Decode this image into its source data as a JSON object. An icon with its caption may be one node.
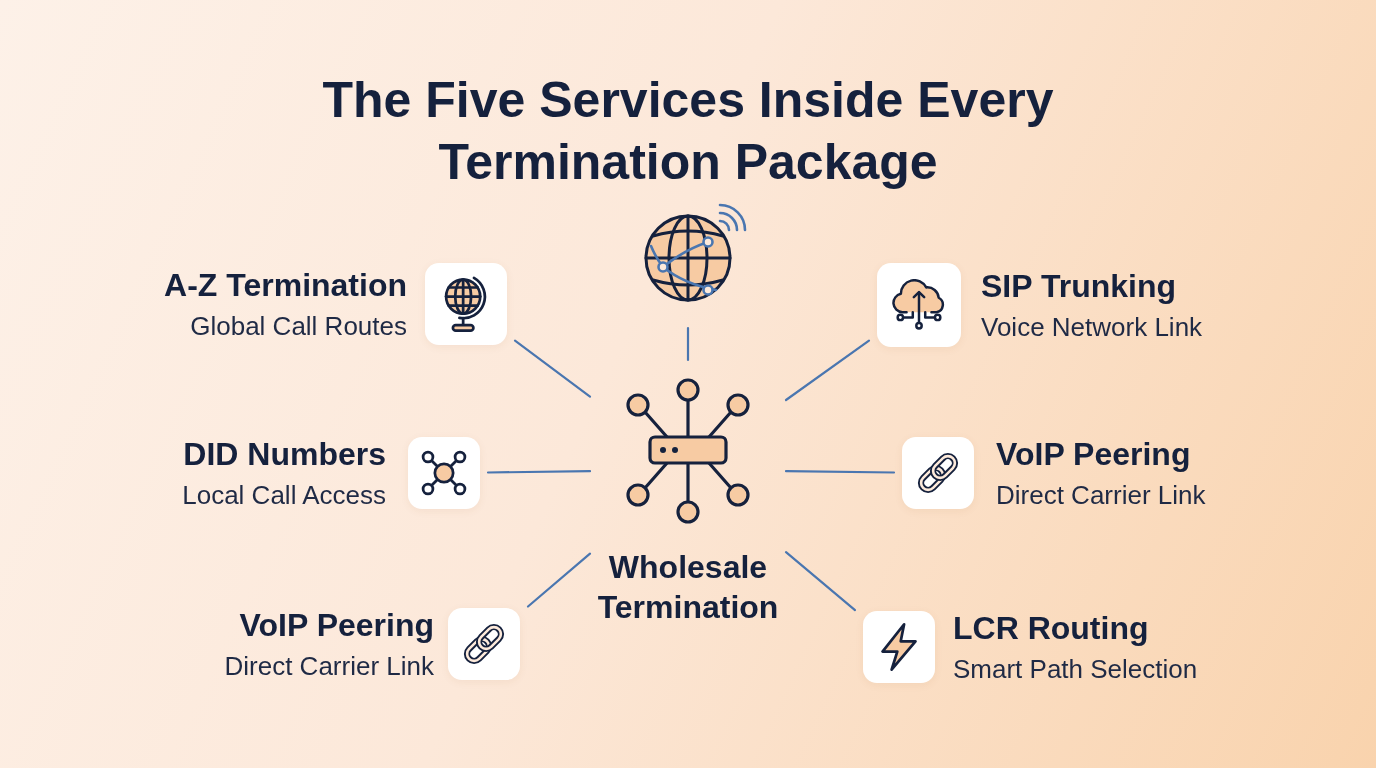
{
  "diagram": {
    "title": "The Five Services Inside Every Termination Package",
    "nodes": [
      {
        "text": [],
        "shape": "picture"
      },
      {
        "text": [
          "A-Z Termination",
          "Global Call Routes"
        ]
      },
      {
        "text": [
          "SIP Trunking",
          "Voice Network Link"
        ]
      },
      {
        "text": [
          "DID Numbers",
          "Local Call Access"
        ]
      },
      {
        "text": [
          "VoIP Peering",
          "Direct Carrier Link"
        ]
      },
      {
        "text": [
          "Wholesale Termination"
        ]
      },
      {
        "text": [
          "VoIP Peering",
          "Direct Carrier Link"
        ]
      },
      {
        "text": [
          "LCR Routing",
          "Smart Path Selection"
        ]
      }
    ],
    "edges": [
      {
        "from": 5,
        "to": 0,
        "arrow": "none"
      },
      {
        "from": 5,
        "to": 1,
        "arrow": "none"
      },
      {
        "from": 5,
        "to": 2,
        "arrow": "none"
      },
      {
        "from": 5,
        "to": 3,
        "arrow": "none"
      },
      {
        "from": 5,
        "to": 4,
        "arrow": "none"
      },
      {
        "from": 5,
        "to": 6,
        "arrow": "none"
      },
      {
        "from": 5,
        "to": 7,
        "arrow": "none"
      }
    ]
  }
}
